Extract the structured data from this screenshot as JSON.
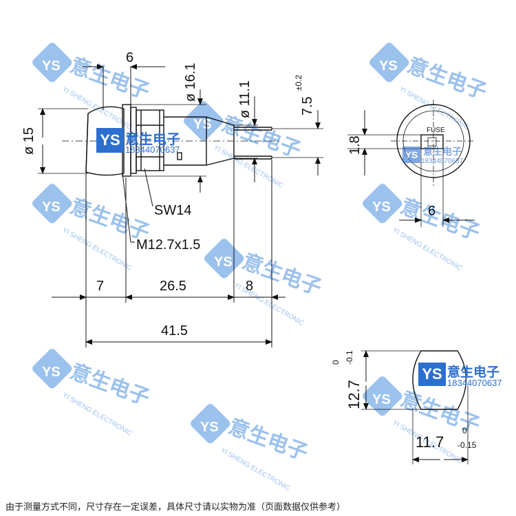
{
  "dimensions": {
    "d_6_top": "6",
    "d_16_1": "ø 16.1",
    "d_11_1": "ø 11.1",
    "d_7_5": "7.5",
    "d_7_5_tol": "±0.2",
    "d_15": "ø 15",
    "d_sw14": "SW14",
    "d_thread": "M12.7x1.5",
    "d_7": "7",
    "d_26_5": "26.5",
    "d_8": "8",
    "d_41_5": "41.5",
    "d_1_8": "1.8",
    "d_6_right": "6",
    "d_12_7": "12.7",
    "d_12_7_tol_top": "0",
    "d_12_7_tol_bot": "-0.1",
    "d_11_7": "11.7",
    "d_11_7_tol_top": "0",
    "d_11_7_tol_bot": "-0.15"
  },
  "part_label": "FUSE",
  "brand": {
    "logo": "YS",
    "name": "意生电子",
    "phone": "18344070637",
    "english": "YI SHENG ELECTRONIC"
  },
  "note": "由于测量方式不同，尺寸存在一定误差，具体尺寸请以实物为准（页面数据仅供参考）",
  "colors": {
    "line": "#111111",
    "watermark": "#4a8fe0",
    "brand": "#2c6fcf"
  }
}
